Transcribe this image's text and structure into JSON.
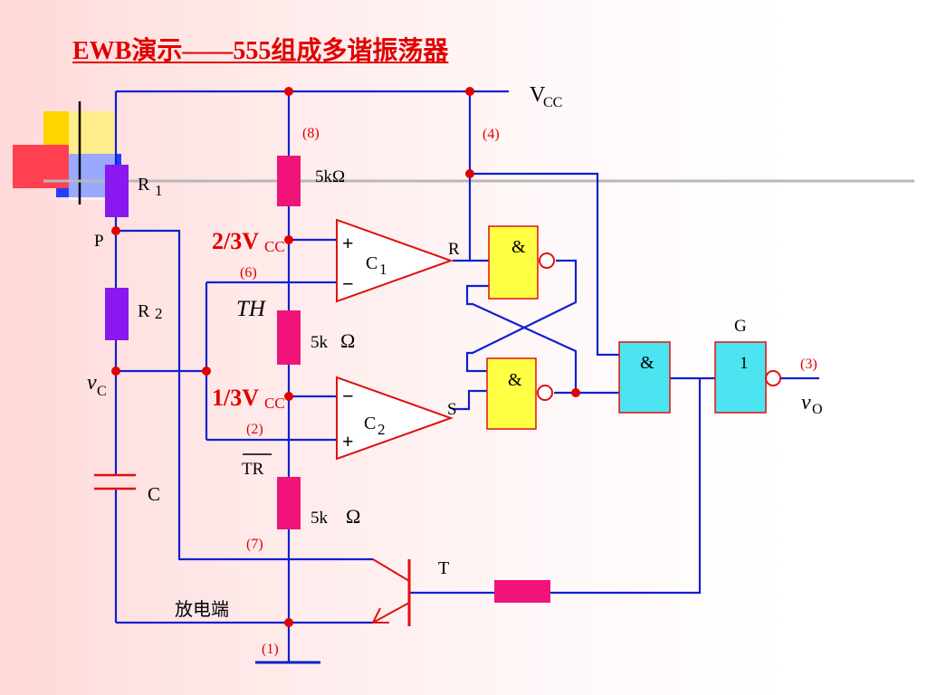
{
  "title": "EWB演示——555组成多谐振荡器",
  "labels": {
    "vcc_main": "V",
    "vcc_main_sub": "CC",
    "pin8": "(8)",
    "pin4": "(4)",
    "pin6": "(6)",
    "pin2": "(2)",
    "pin7": "(7)",
    "pin1": "(1)",
    "pin3": "(3)",
    "res_top": "5kΩ",
    "res_mid_a": "5k",
    "res_mid_b": "Ω",
    "res_bot_a": "5k",
    "res_bot_b": "Ω",
    "r1_main": "R",
    "r1_sub": "1",
    "r2_main": "R",
    "r2_sub": "2",
    "node_p": "P",
    "vc_main": "v",
    "vc_sub": "C",
    "cap_c": "C",
    "two_thirds": "2/3V",
    "two_thirds_sub": "CC",
    "one_third": "1/3V",
    "one_third_sub": "CC",
    "th": "TH",
    "tr": "TR",
    "c1_main": "C",
    "c1_sub": "1",
    "c2_main": "C",
    "c2_sub": "2",
    "plus": "+",
    "minus": "−",
    "gate_r": "R",
    "gate_s": "S",
    "amp": "&",
    "inv_one": "1",
    "g_label": "G",
    "vo_main": "v",
    "vo_sub": "O",
    "t_label": "T",
    "discharge": "放电端"
  },
  "colors": {
    "wire": "#1020d0",
    "red": "#e00000",
    "resistor_pink": "#f0147a",
    "resistor_purple": "#8a18f0",
    "nand_yellow": "#ffff44",
    "gate_cyan": "#4ce4f0"
  }
}
